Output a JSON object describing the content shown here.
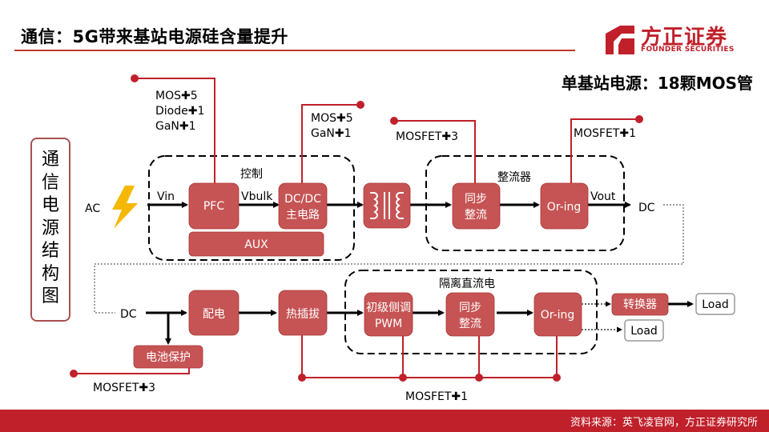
{
  "title": "通信：5G带来基站电源硅含量提升",
  "subtitle": "单基站电源：18颗MOS管",
  "logo": {
    "cn": "方正证券",
    "en": "FOUNDER SECURITIES"
  },
  "footer": "资料来源：英飞凌官网，方正证券研究所",
  "side_label": [
    "通",
    "信",
    "电",
    "源",
    "结",
    "构",
    "图"
  ],
  "groups": {
    "control": "控制",
    "rectifier": "整流器",
    "isolated": "隔离直流电"
  },
  "blocks": {
    "pfc": "PFC",
    "dcdc_line1": "DC/DC",
    "dcdc_line2": "主电路",
    "aux": "AUX",
    "sync_rect1_line1": "同步",
    "sync_rect1_line2": "整流",
    "oring1": "Or-ing",
    "distribution": "配电",
    "battery": "电池保护",
    "hotswap": "热插拔",
    "pwm_line1": "初级侧调",
    "pwm_line2": "PWM",
    "sync_rect2_line1": "同步",
    "sync_rect2_line2": "整流",
    "oring2": "Or-ing",
    "converter": "转换器",
    "load1": "Load",
    "load2": "Load"
  },
  "signals": {
    "ac": "AC",
    "vin": "Vin",
    "vbulk": "Vbulk",
    "vout": "Vout",
    "dc_out": "DC",
    "dc_in": "DC"
  },
  "annotations": {
    "pfc": [
      "MOS✚5",
      "Diode✚1",
      "GaN✚1"
    ],
    "dcdc": [
      "MOS✚5",
      "GaN✚1"
    ],
    "sync_rect1": "MOSFET✚3",
    "oring1": "MOSFET✚1",
    "battery": "MOSFET✚3",
    "bottom": "MOSFET✚1"
  },
  "colors": {
    "accent": "#c0202a",
    "block": "#c65454"
  }
}
